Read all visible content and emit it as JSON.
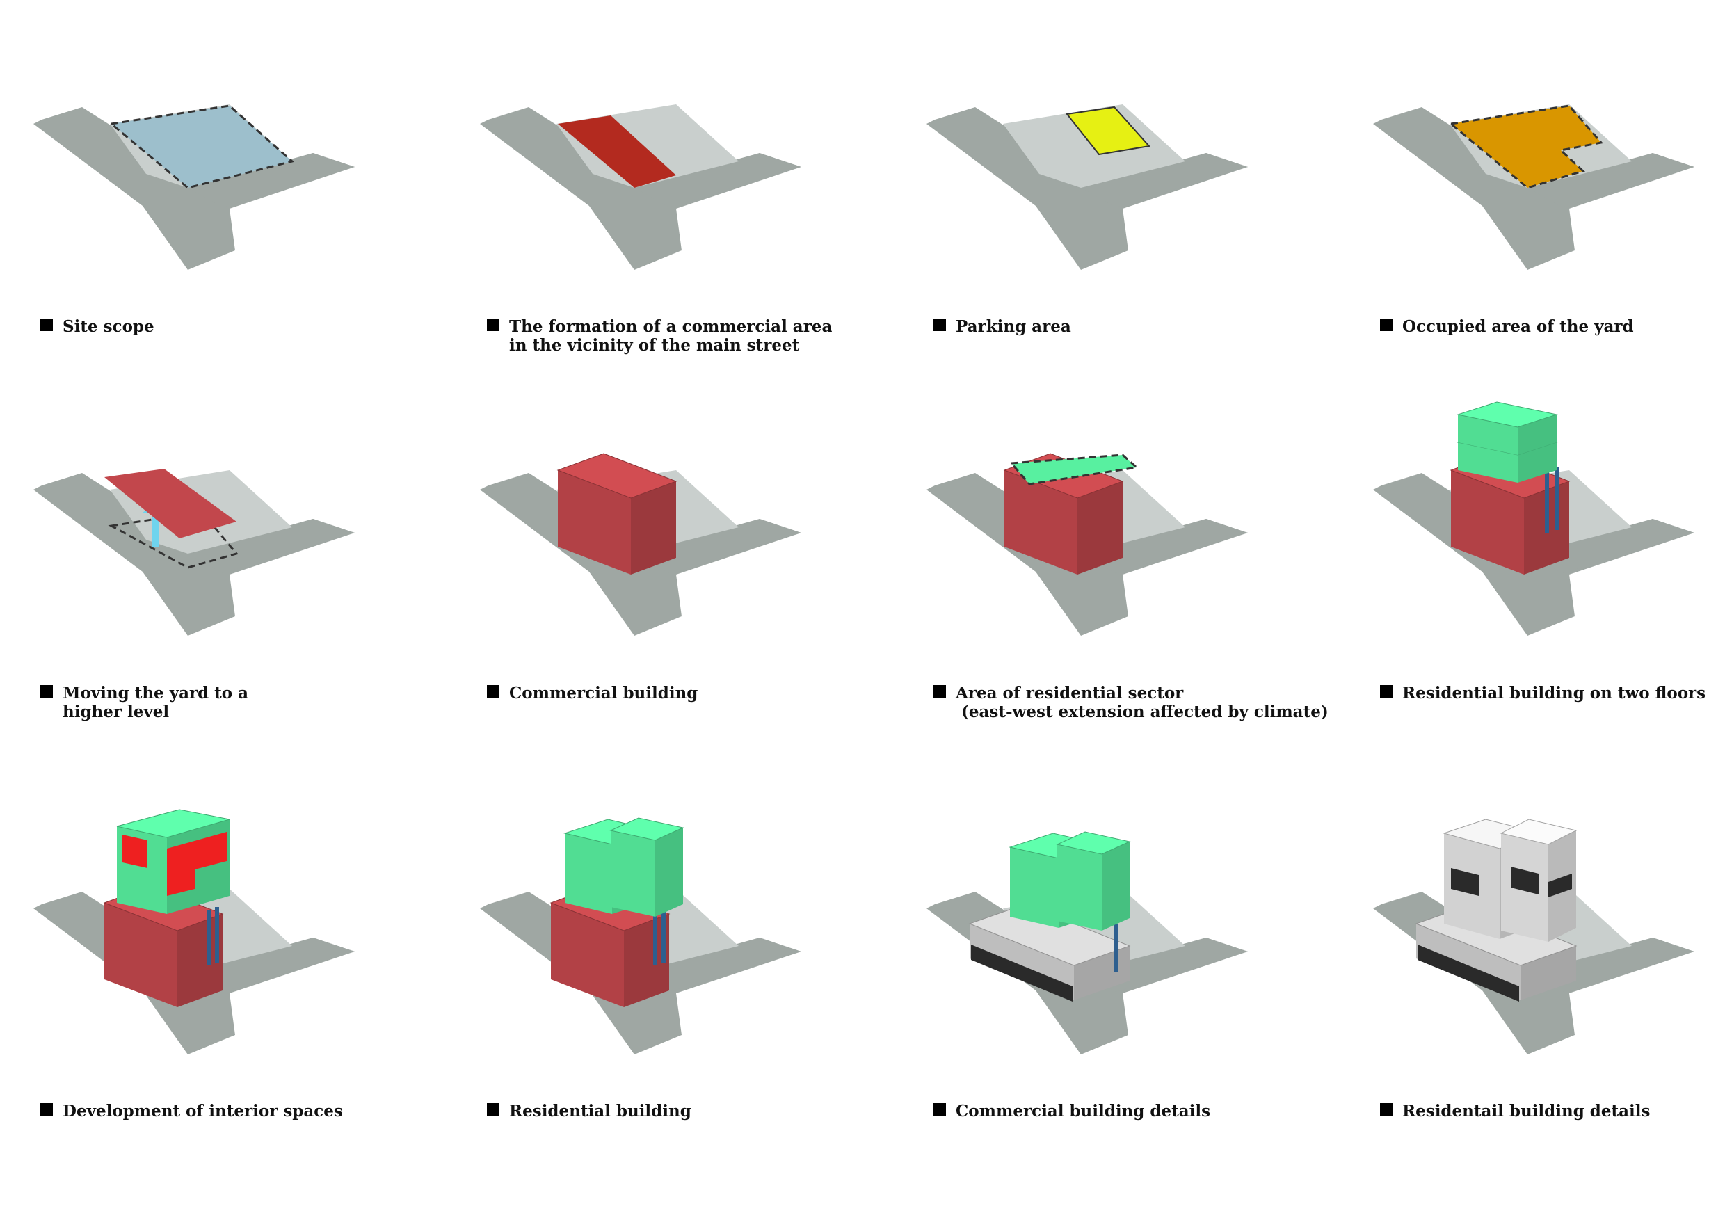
{
  "colors": {
    "road": "#9fa7a3",
    "site": "#c9cfcd",
    "site_scope": "#9dbfcc",
    "commercial_area": "#b32a1f",
    "parking": "#e6f013",
    "yard": "#d99600",
    "commercial_block": "#c2474c",
    "residential": "#58f0a0",
    "interior_red": "#ee2020",
    "column": "#2e5f8f",
    "grey_building": "#cfcfcf",
    "glass": "#2a2a2a"
  },
  "panels": [
    {
      "id": "site-scope",
      "caption": [
        "Site scope"
      ]
    },
    {
      "id": "commercial-area",
      "caption": [
        "The formation of a commercial area",
        "in the vicinity of the main street"
      ]
    },
    {
      "id": "parking-area",
      "caption": [
        "Parking area"
      ]
    },
    {
      "id": "occupied-yard",
      "caption": [
        "Occupied area of the yard"
      ]
    },
    {
      "id": "moving-yard",
      "caption": [
        "Moving the yard to a",
        "higher level"
      ]
    },
    {
      "id": "commercial-building",
      "caption": [
        "Commercial building"
      ]
    },
    {
      "id": "residential-sector",
      "caption": [
        "Area of residential sector",
        " (east-west extension affected by climate)"
      ]
    },
    {
      "id": "residential-two-floors",
      "caption": [
        "Residential building on two floors"
      ]
    },
    {
      "id": "interior-spaces",
      "caption": [
        "Development of interior spaces"
      ]
    },
    {
      "id": "residential-building",
      "caption": [
        "Residential building"
      ]
    },
    {
      "id": "commercial-details",
      "caption": [
        "Commercial building details"
      ]
    },
    {
      "id": "residential-details",
      "caption": [
        "Residentail building details"
      ]
    }
  ]
}
